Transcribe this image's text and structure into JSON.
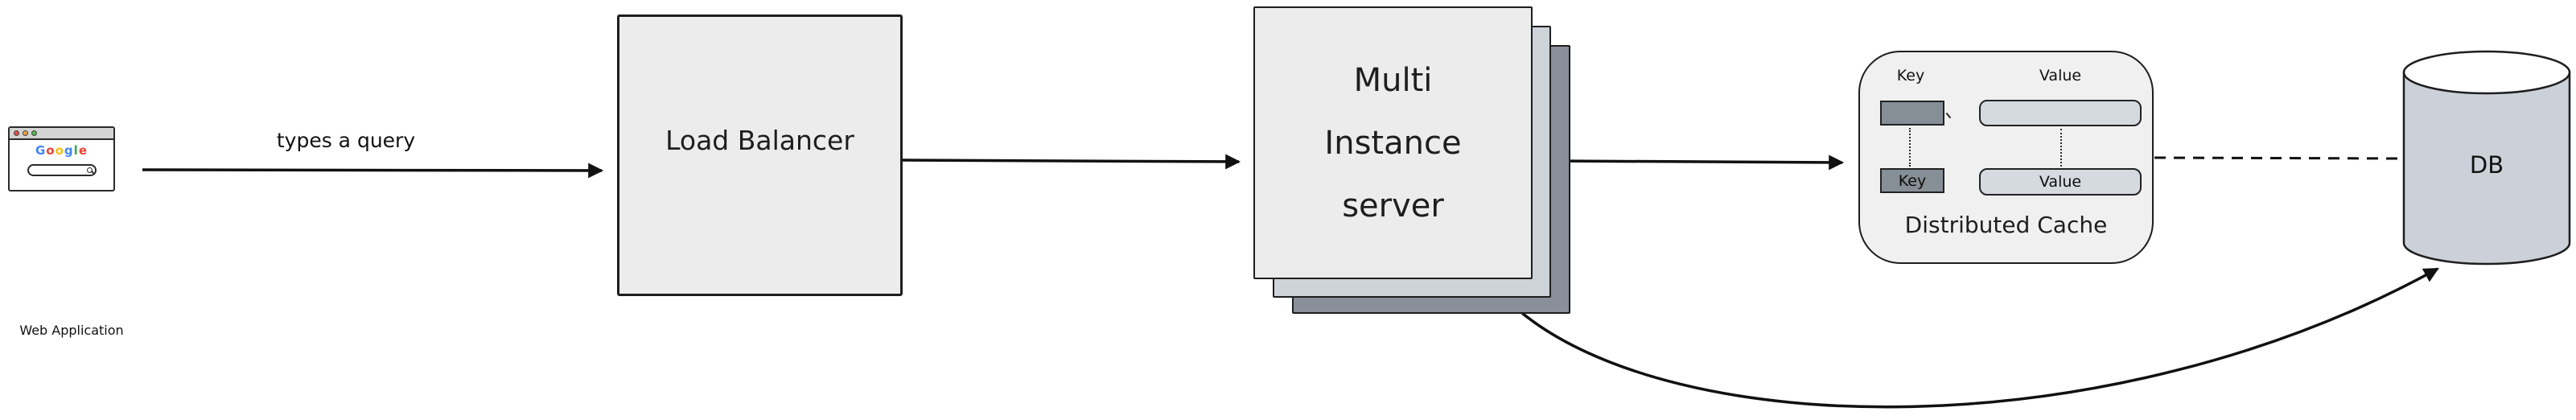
{
  "web_app": {
    "label": "Web Application",
    "logo_letters": [
      {
        "ch": "G",
        "color": "#4285F4"
      },
      {
        "ch": "o",
        "color": "#EA4335"
      },
      {
        "ch": "o",
        "color": "#FBBC05"
      },
      {
        "ch": "g",
        "color": "#4285F4"
      },
      {
        "ch": "l",
        "color": "#34A853"
      },
      {
        "ch": "e",
        "color": "#EA4335"
      }
    ]
  },
  "edges": {
    "query_label": "types a query"
  },
  "load_balancer": {
    "label": "Load Balancer"
  },
  "server": {
    "lines": [
      "Multi",
      "Instance",
      "server"
    ]
  },
  "cache": {
    "title": "Distributed Cache",
    "header_key": "Key",
    "header_value": "Value",
    "row_key": "Key",
    "row_value": "Value"
  },
  "db": {
    "label": "DB"
  },
  "colors": {
    "stroke": "#1e1e1e",
    "box_fill": "#ececec",
    "stack_mid_fill": "#ced3da",
    "stack_back_fill": "#8a9099",
    "cache_fill": "#f0f0f0",
    "key_fill": "#868e96",
    "value_fill": "#d5dae0",
    "db_fill": "#ccd1d9"
  }
}
